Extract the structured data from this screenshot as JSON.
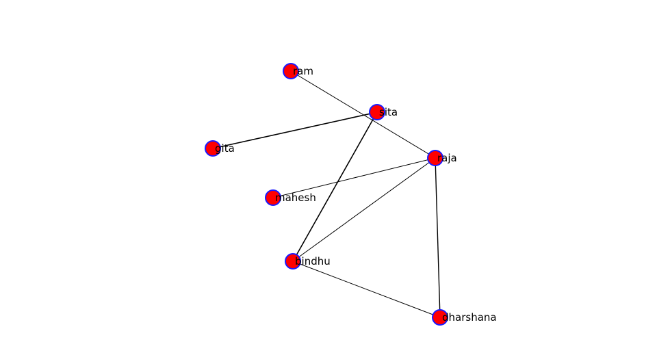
{
  "graph": {
    "node_fill": "#ff0000",
    "node_stroke": "#1a1aff",
    "edge_color": "#000000",
    "nodes": [
      {
        "id": "ram",
        "label": "ram"
      },
      {
        "id": "sita",
        "label": "sita"
      },
      {
        "id": "gita",
        "label": "gita"
      },
      {
        "id": "raja",
        "label": "raja"
      },
      {
        "id": "mahesh",
        "label": "mahesh"
      },
      {
        "id": "bindhu",
        "label": "bindhu"
      },
      {
        "id": "dharshana",
        "label": "dharshana"
      }
    ],
    "edges": [
      {
        "source": "ram",
        "target": "raja"
      },
      {
        "source": "sita",
        "target": "gita"
      },
      {
        "source": "sita",
        "target": "bindhu"
      },
      {
        "source": "raja",
        "target": "mahesh"
      },
      {
        "source": "raja",
        "target": "bindhu"
      },
      {
        "source": "raja",
        "target": "dharshana"
      },
      {
        "source": "bindhu",
        "target": "dharshana"
      }
    ]
  }
}
